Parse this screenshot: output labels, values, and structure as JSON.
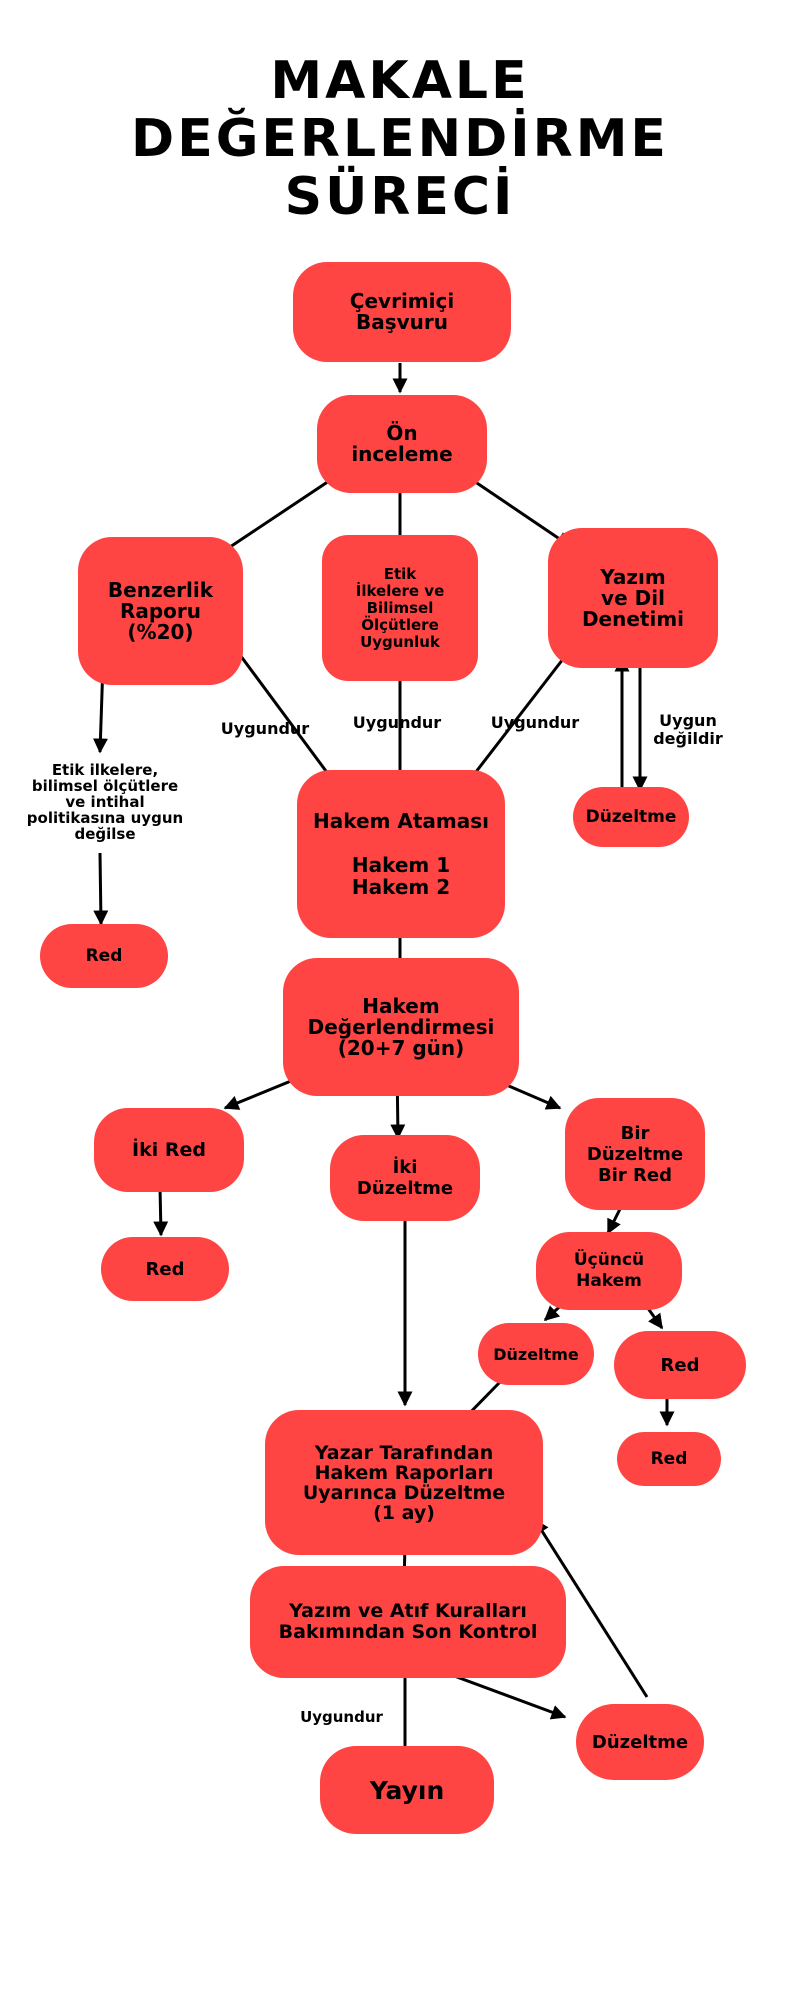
{
  "title": {
    "line1": "MAKALE",
    "line2": "DEĞERLENDİRME",
    "line3": "SÜRECİ"
  },
  "accent_color": "#ff4444",
  "nodes": {
    "basvuru": "Çevrimiçi\nBaşvuru",
    "on_inceleme": "Ön\ninceleme",
    "benzerlik": "Benzerlik\nRaporu\n(%20)",
    "etik": "Etik\nİlkelere ve\nBilimsel\nÖlçütlere\nUygunluk",
    "yazim_dil": "Yazım\nve Dil\nDenetimi",
    "duzeltme_dil": "Düzeltme",
    "red_etik": "Red",
    "hakem_atamasi": "Hakem Ataması\n\nHakem 1\nHakem 2",
    "hakem_degerlendirme": "Hakem\nDeğerlendirmesi\n(20+7 gün)",
    "iki_red": "İki Red",
    "red_iki": "Red",
    "iki_duzeltme": "İki\nDüzeltme",
    "bir_duzeltme_bir_red": "Bir\nDüzeltme\nBir Red",
    "ucuncu_hakem": "Üçüncü\nHakem",
    "duzeltme_ucuncu": "Düzeltme",
    "red_ucuncu": "Red",
    "red_final": "Red",
    "yazar_duzeltme": "Yazar Tarafından\nHakem Raporları\nUyarınca Düzeltme\n(1 ay)",
    "son_kontrol": "Yazım ve Atıf Kuralları\nBakımından Son Kontrol",
    "duzeltme_son": "Düzeltme",
    "yayin": "Yayın"
  },
  "labels": {
    "etik_note": "Etik ilkelere,\nbilimsel ölçütlere\nve intihal\npolitikasına uygun\ndeğilse",
    "uygundur_1": "Uygundur",
    "uygundur_2": "Uygundur",
    "uygundur_3": "Uygundur",
    "uygun_degildir": "Uygun\ndeğildir",
    "uygundur_son": "Uygundur"
  }
}
